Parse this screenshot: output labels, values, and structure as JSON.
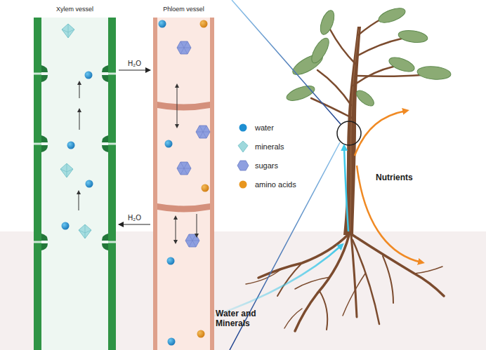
{
  "diagram": {
    "nodes": [
      {
        "text": [
          "Xylem vessel"
        ]
      },
      {
        "text": [
          "Phloem vessel"
        ]
      }
    ],
    "edges": [
      {
        "from": 0,
        "to": 1,
        "label": "H₂O",
        "arrow": "to"
      },
      {
        "from": 1,
        "to": 0,
        "label": "H₂O",
        "arrow": "to"
      }
    ],
    "labels": [
      "Nutrients",
      "Water and Minerals"
    ],
    "legend": [
      {
        "text": "water",
        "color": "#1e8fd2"
      },
      {
        "text": "minerals",
        "color": "#9ed8dc"
      },
      {
        "text": "sugars",
        "color": "#8e9fe0"
      },
      {
        "text": "amino acids",
        "color": "#e8961e"
      }
    ]
  }
}
